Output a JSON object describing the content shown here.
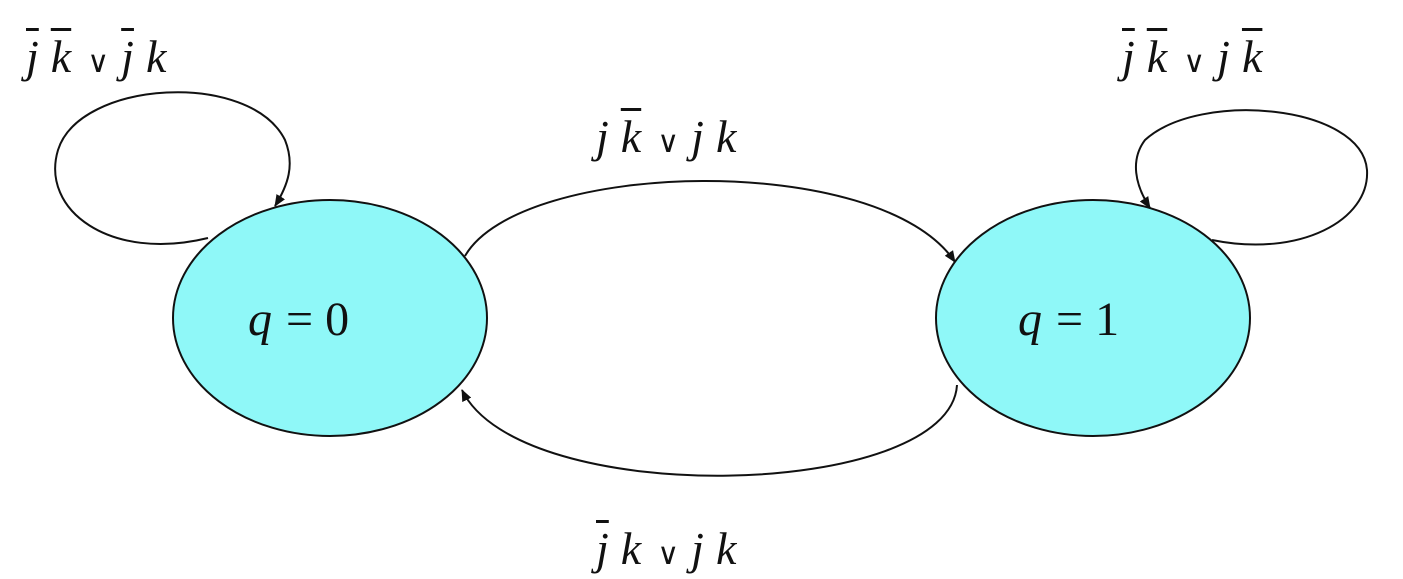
{
  "colors": {
    "state_fill": "#8ff8f8",
    "stroke": "#111111"
  },
  "states": [
    {
      "id": "q0",
      "var": "q",
      "eq": "=",
      "value": "0"
    },
    {
      "id": "q1",
      "var": "q",
      "eq": "=",
      "value": "1"
    }
  ],
  "transitions": {
    "q0_self": {
      "t1a": "j",
      "t1b": "k",
      "or": "∨",
      "t2a": "j",
      "t2b": "k"
    },
    "q0_to_q1": {
      "t1a": "j",
      "t1b": "k",
      "or": "∨",
      "t2a": "j",
      "t2b": "k"
    },
    "q1_self": {
      "t1a": "j",
      "t1b": "k",
      "or": "∨",
      "t2a": "j",
      "t2b": "k"
    },
    "q1_to_q0": {
      "t1a": "j",
      "t1b": "k",
      "or": "∨",
      "t2a": "j",
      "t2b": "k"
    }
  }
}
